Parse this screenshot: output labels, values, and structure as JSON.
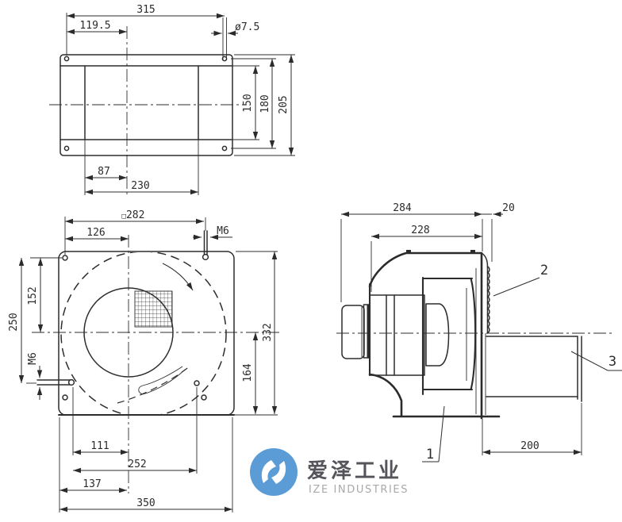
{
  "views": {
    "flange": {
      "d315": "315",
      "d119": "119.5",
      "dia": "ø7.5",
      "d150": "150",
      "d180": "180",
      "d205": "205",
      "d87": "87",
      "d230": "230"
    },
    "front": {
      "sq": "□",
      "d282": "282",
      "d126": "126",
      "m6t": "M6",
      "d152": "152",
      "d250": "250",
      "m6l": "M6",
      "d332": "332",
      "d164": "164",
      "d111": "111",
      "d252": "252",
      "d137": "137",
      "d350": "350"
    },
    "side": {
      "d284": "284",
      "d228": "228",
      "d20": "20",
      "d200": "200",
      "p1": "1",
      "p2": "2",
      "p3": "3"
    }
  },
  "watermark": {
    "cn": "爱泽工业",
    "en": "IZE INDUSTRIES",
    "logo_color": "#5b9cd6"
  }
}
